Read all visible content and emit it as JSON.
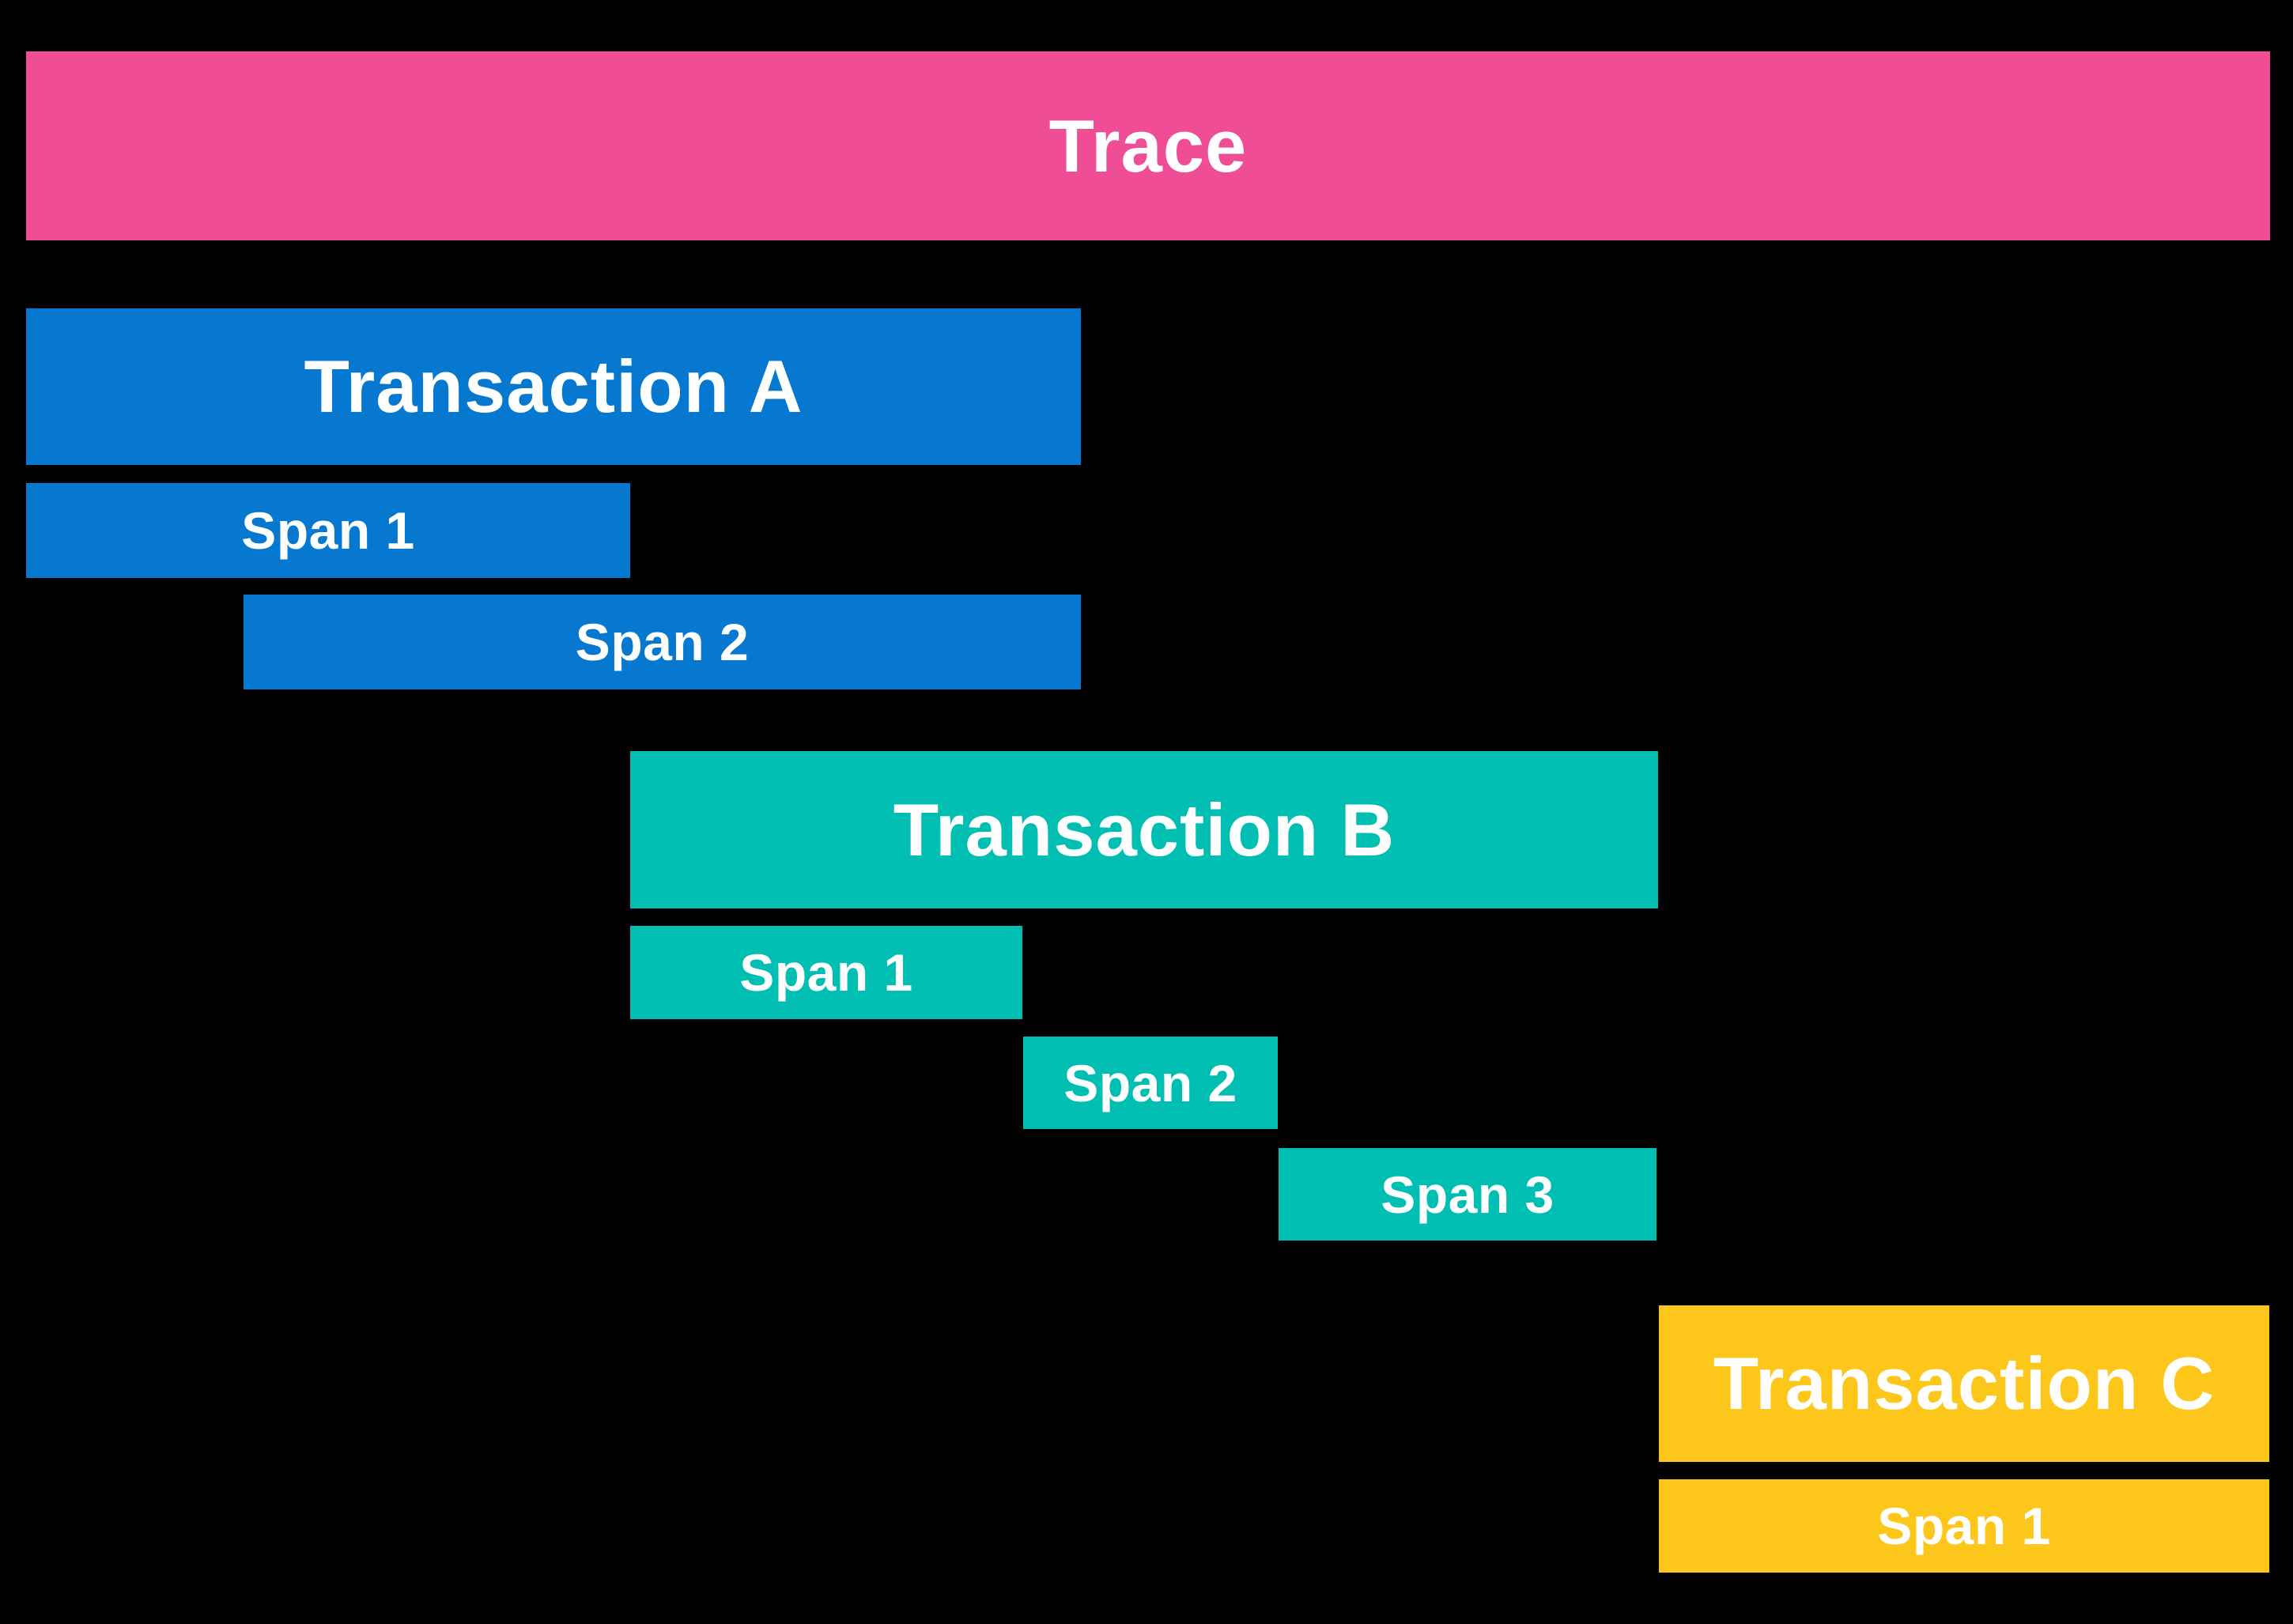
{
  "colors": {
    "background": "#000000",
    "trace": "#ef4d96",
    "transaction_a": "#0778cf",
    "transaction_b": "#00bfb2",
    "transaction_c": "#fdc61a",
    "label_text": "#ffffff"
  },
  "diagram": {
    "trace": {
      "label": "Trace"
    },
    "transactions": [
      {
        "label": "Transaction A",
        "color": "#0778cf",
        "spans": [
          {
            "label": "Span 1"
          },
          {
            "label": "Span 2"
          }
        ]
      },
      {
        "label": "Transaction B",
        "color": "#00bfb2",
        "spans": [
          {
            "label": "Span 1"
          },
          {
            "label": "Span 2"
          },
          {
            "label": "Span 3"
          }
        ]
      },
      {
        "label": "Transaction C",
        "color": "#fdc61a",
        "spans": [
          {
            "label": "Span 1"
          }
        ]
      }
    ]
  }
}
